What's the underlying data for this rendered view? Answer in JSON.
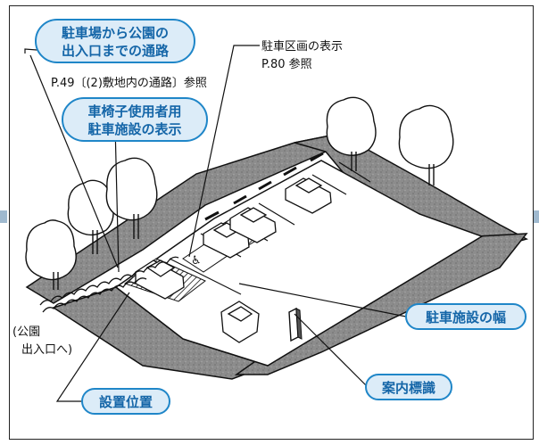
{
  "callouts": {
    "route": {
      "line1": "駐車場から公園の",
      "line2": "出入口までの通路"
    },
    "route_ref": "P.49〔(2)敷地内の通路〕参照",
    "wheelchair_sign": {
      "line1": "車椅子使用者用",
      "line2": "駐車施設の表示"
    },
    "stall_marking": {
      "line1": "駐車区画の表示",
      "line2": "P.80 参照"
    },
    "park_entrance": {
      "line1": "(公園",
      "line2": "出入口へ)"
    },
    "stall_width": "駐車施設の幅",
    "guide_sign": "案内標識",
    "placement": "設置位置"
  },
  "colors": {
    "pill_fill": "#dcecf8",
    "pill_stroke": "#1f86c8",
    "pill_text": "#1566a8",
    "ground_gray": "#8c8c8c",
    "line": "#111111"
  }
}
